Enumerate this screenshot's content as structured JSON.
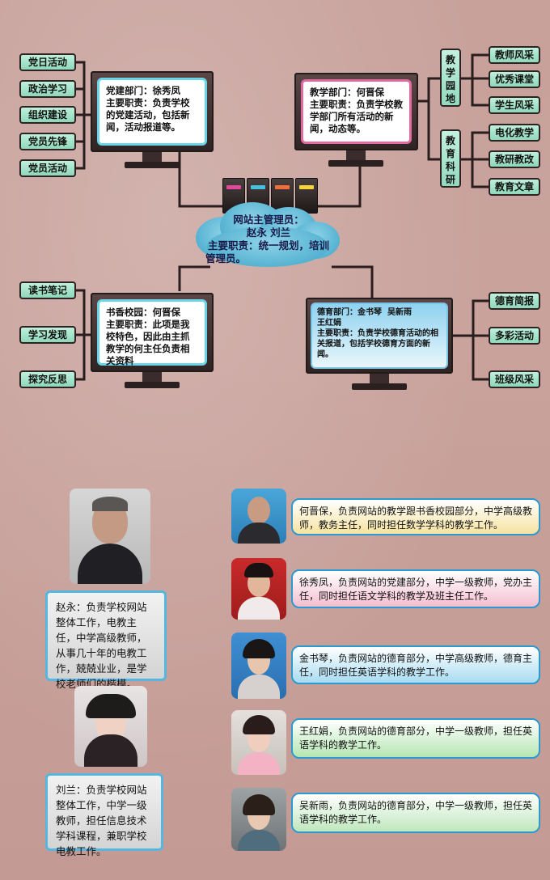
{
  "left_tags_top": [
    "党日活动",
    "政治学习",
    "组织建设",
    "党员先锋",
    "党员活动"
  ],
  "left_tags_bottom": [
    "读书笔记",
    "学习发现",
    "探究反思"
  ],
  "right_group1_label": "教学园地",
  "right_group1_items": [
    "教师风采",
    "优秀课堂",
    "学生风采"
  ],
  "right_group2_label": "教育科研",
  "right_group2_items": [
    "电化教学",
    "教研教改",
    "教育文章"
  ],
  "right_tags_bottom": [
    "德育简报",
    "多彩活动",
    "班级风采"
  ],
  "monitors": {
    "party": "党建部门：徐秀凤\n主要职责：负责学校的党建活动，包括新闻，活动报道等。",
    "teaching": "教学部门：何晋保\n主要职责：负责学校教学部门所有活动的新闻，动态等。",
    "reading": "书香校园：何晋保\n主要职责：此项是我校特色，因此由主抓教学的何主任负责相关资料",
    "moral_title": "德育部门：金书琴  吴新雨\n王红娟",
    "moral_body": "主要职责：负责学校德育活动的相关报道，包括学校德育方面的新闻。"
  },
  "admin": {
    "line1": "网站主管理员：",
    "line2": "赵永   刘兰",
    "line3": "主要职责：统一规划，培训",
    "line4": "管理员。"
  },
  "people": {
    "zhao": "赵永：负责学校网站整体工作，电教主任，中学高级教师，从事几十年的电教工作，兢兢业业，是学校老师们的楷模。",
    "liu": "刘兰：负责学校网站整体工作，中学一级教师，担任信息技术学科课程，兼职学校电教工作。",
    "he": "何晋保，负责网站的教学跟书香校园部分，中学高级教师，教务主任，同时担任数学学科的教学工作。",
    "xu": "徐秀凤，负责网站的党建部分，中学一级教师，党办主任，同时担任语文学科的教学及班主任工作。",
    "jin": "金书琴，负责网站的德育部分，中学高级教师，德育主任，同时担任英语学科的教学工作。",
    "wang": "王红娟，负责网站的德育部分，中学一级教师，担任英语学科的教学工作。",
    "wu": "吴新雨，负责网站的德育部分，中学一级教师，担任英语学科的教学工作。"
  }
}
